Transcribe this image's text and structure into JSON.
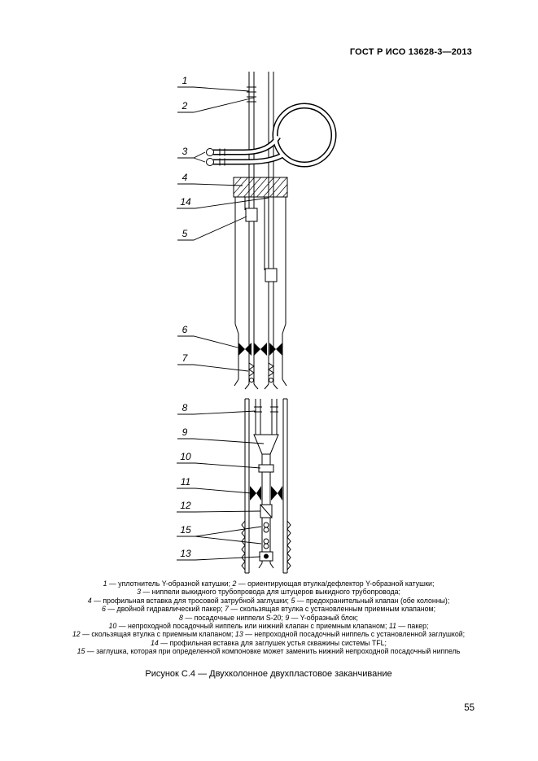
{
  "colors": {
    "ink": "#000000",
    "paper": "#ffffff"
  },
  "header": {
    "standard": "ГОСТ Р ИСО 13628-3—2013"
  },
  "diagram": {
    "callouts": [
      "1",
      "2",
      "3",
      "4",
      "14",
      "5",
      "6",
      "7",
      "8",
      "9",
      "10",
      "11",
      "12",
      "15",
      "13"
    ]
  },
  "legend": {
    "lines": [
      "1 — уплотнитель Y-образной катушки; 2 — ориентирующая втулка/дефлектор Y-образной катушки;",
      "3 — ниппели выкидного трубопровода для штуцеров выкидного трубопровода;",
      "4 — профильная вставка для тросовой затрубной заглушки; 5 — предохранительный клапан (обе колонны);",
      "6 — двойной гидравлический пакер; 7 — скользящая втулка с установленным приемным клапаном;",
      "8 — посадочные ниппели S-20; 9 — Y-образный блок;",
      "10 — непроходной посадочный ниппель или нижний клапан с приемным клапаном; 11 — пакер;",
      "12 — скользящая втулка с приемным клапаном; 13 — непроходной посадочный ниппель с установленной заглушкой;",
      "14 — профильная вставка для заглушек устья скважины системы TFL;",
      "15 — заглушка, которая при определенной компоновке может заменить нижний непроходной посадочный ниппель"
    ]
  },
  "caption": "Рисунок С.4 — Двухколонное двухпластовое заканчивание",
  "page_number": "55"
}
